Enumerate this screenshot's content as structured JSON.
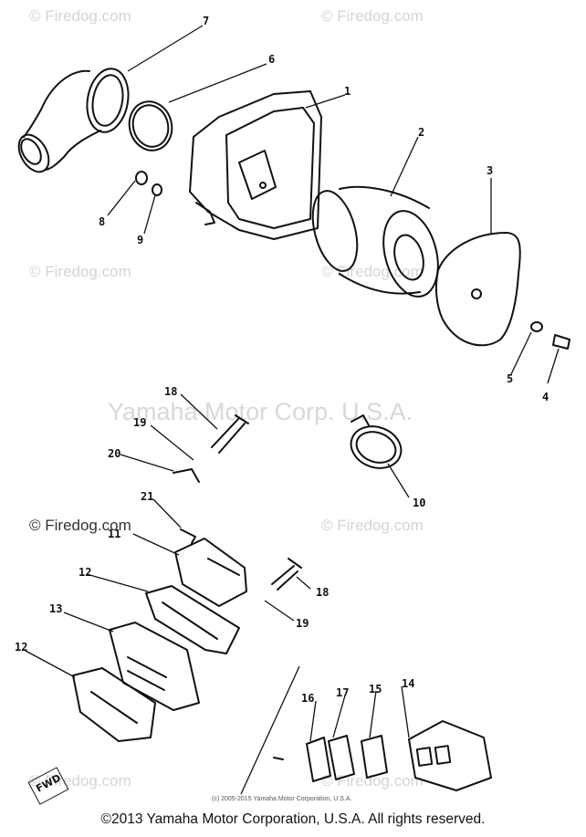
{
  "watermarks": {
    "firedog": "© Firedog.com",
    "yamaha": "Yamaha Motor Corp. U.S.A."
  },
  "callouts": [
    "1",
    "2",
    "3",
    "4",
    "5",
    "6",
    "7",
    "8",
    "9",
    "10",
    "11",
    "12",
    "12",
    "13",
    "14",
    "15",
    "16",
    "17",
    "18",
    "18",
    "19",
    "19",
    "20",
    "21"
  ],
  "small_copyright": "(c) 2005-2015 Yamaha Motor Corporation, U.S.A.",
  "footer": "©2013 Yamaha Motor Corporation, U.S.A. All rights reserved.",
  "front_stamp": "FWD"
}
